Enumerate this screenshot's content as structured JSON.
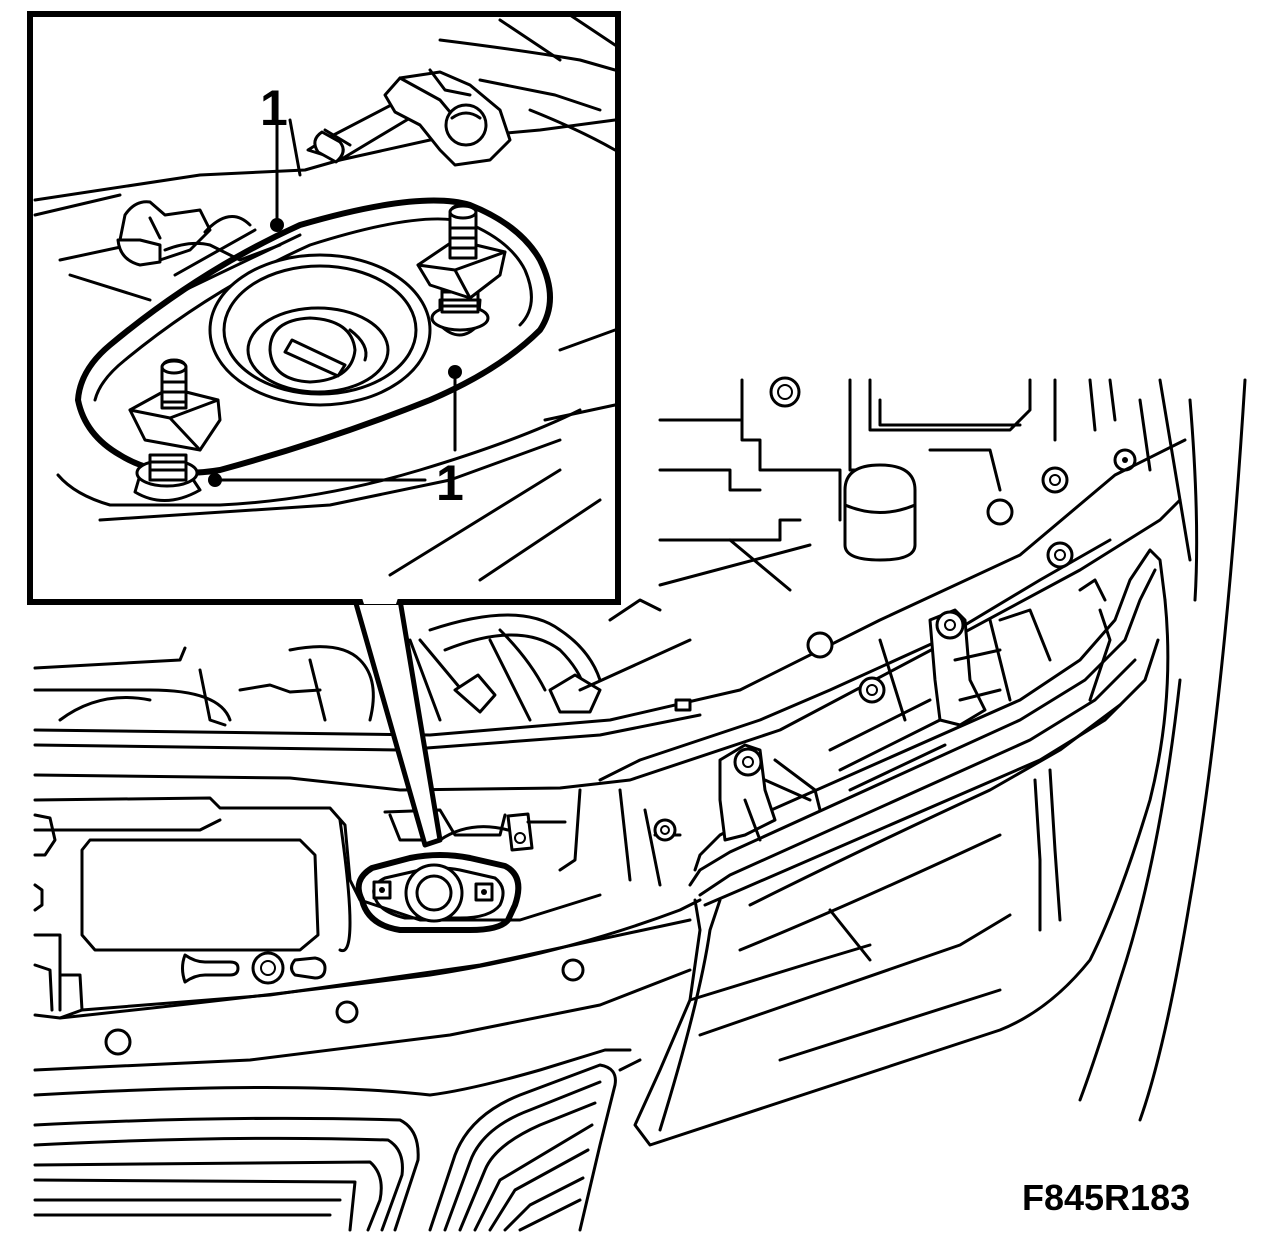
{
  "callouts": [
    {
      "label": "1"
    },
    {
      "label": "1"
    },
    {
      "label": "1"
    }
  ],
  "figure_code": "F845R183"
}
